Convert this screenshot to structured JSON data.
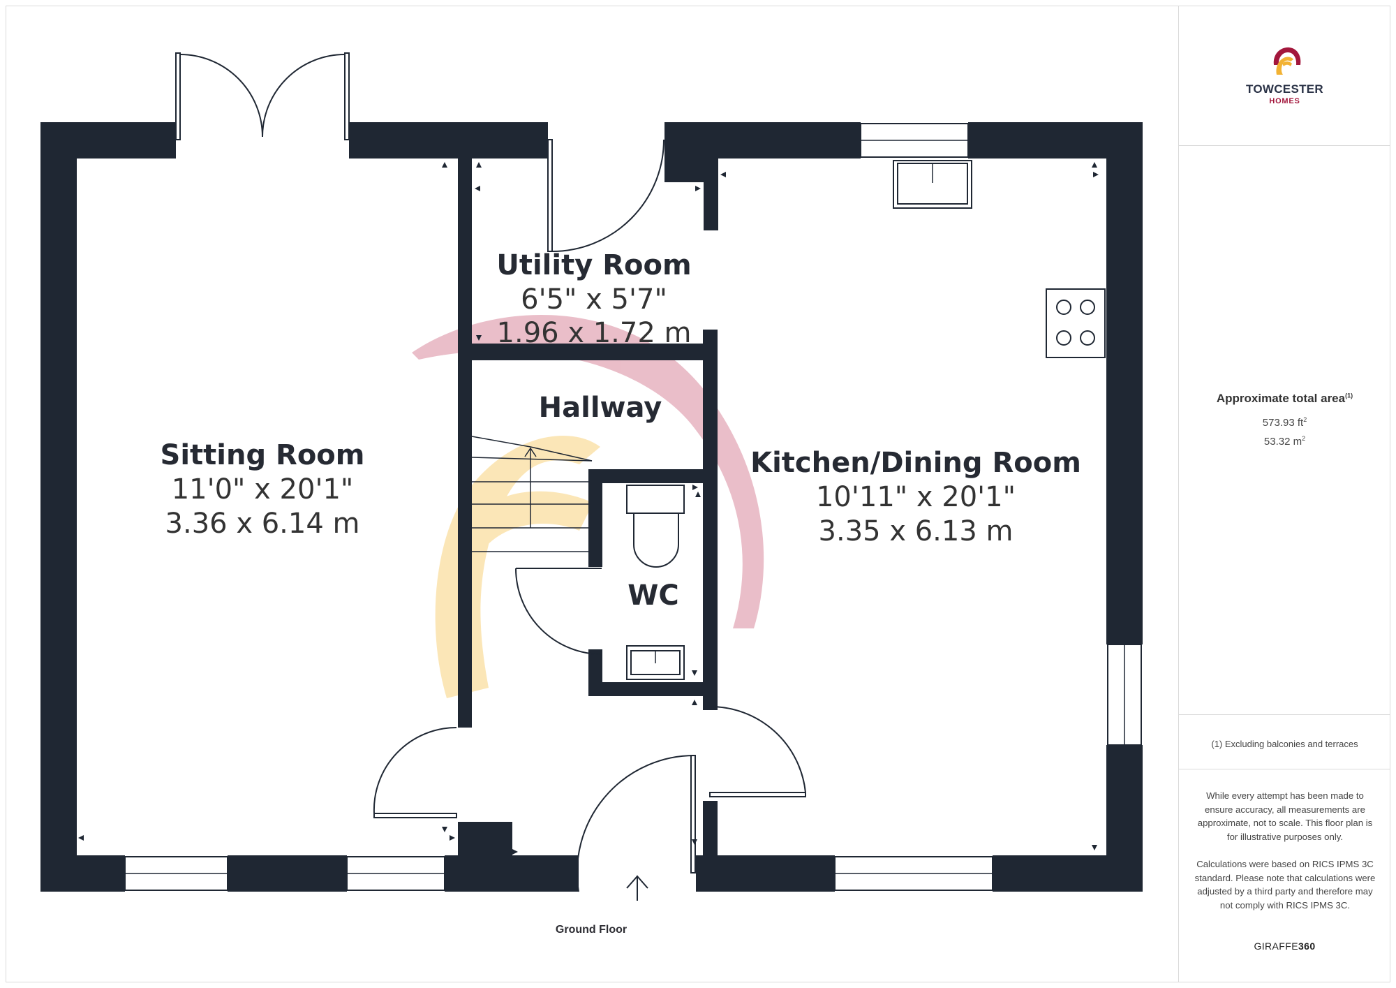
{
  "brand": {
    "name": "TOWCESTER",
    "sub": "HOMES"
  },
  "rooms": [
    {
      "name": "Sitting Room",
      "imperial": "11'0\" x 20'1\"",
      "metric": "3.36 x 6.14 m"
    },
    {
      "name": "Utility Room",
      "imperial": "6'5\" x 5'7\"",
      "metric": "1.96 x 1.72 m"
    },
    {
      "name": "Hallway"
    },
    {
      "name": "Kitchen/Dining Room",
      "imperial": "10'11\" x 20'1\"",
      "metric": "3.35 x 6.13 m"
    },
    {
      "name": "WC"
    }
  ],
  "floor_label": "Ground Floor",
  "area": {
    "title": "Approximate total area",
    "title_note": "(1)",
    "ft2": "573.93 ft",
    "m2": "53.32 m",
    "sup": "2"
  },
  "footnote": "(1) Excluding balconies and terraces",
  "disclaimer_1": "While every attempt has been made to ensure accuracy, all measurements are approximate, not to scale. This floor plan is for illustrative purposes only.",
  "disclaimer_2": "Calculations were based on RICS IPMS 3C standard. Please note that calculations were adjusted by a third party and therefore may not comply with RICS IPMS 3C.",
  "credit": {
    "prefix": "GIRAFFE",
    "suffix": "360"
  },
  "colors": {
    "wall": "#1f2733",
    "brand_red": "#a3173c",
    "brand_gold": "#f2b233"
  }
}
